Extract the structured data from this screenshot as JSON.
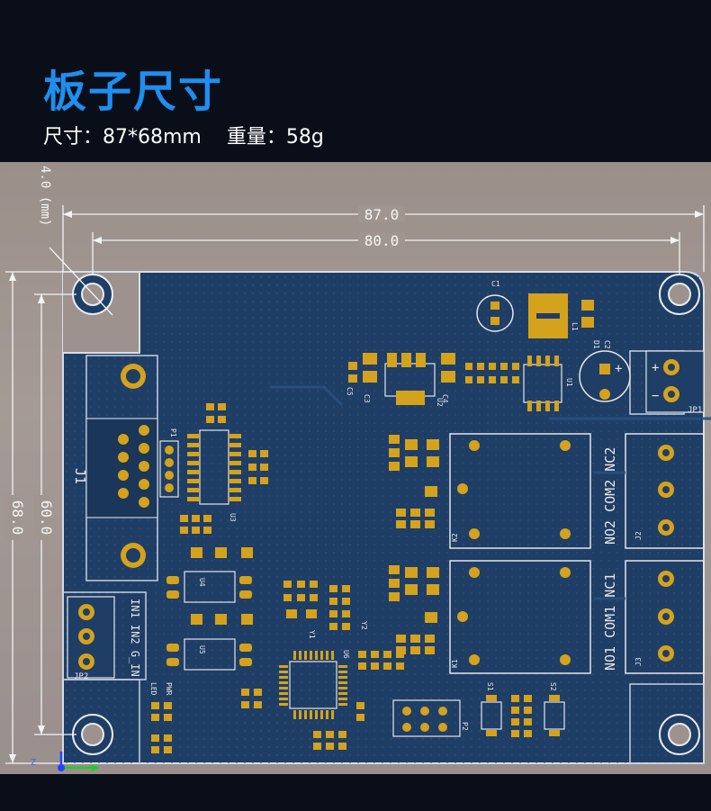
{
  "header": {
    "title": "板子尺寸",
    "specs": "尺寸：87*68mm    重量：58g"
  },
  "dimensions": {
    "width_outer": "87.0",
    "width_inner": "80.0",
    "height_outer": "68.0",
    "height_inner": "60.0",
    "hole_dim": "4.0 (mm)"
  },
  "labels": {
    "j1": "J1",
    "jp1": "JP1",
    "jp2": "JP2",
    "j2": "J2",
    "j3": "J3",
    "k1": "K1",
    "k2": "K2",
    "relay1_top": "NO2 COM2 NC2",
    "relay2_top": "NO1 COM1 NC1",
    "in_labels": "IN1  IN2 G_IN",
    "plus": "+",
    "minus": "−",
    "p1": "P1",
    "p2": "P2",
    "u1": "U1",
    "u2": "U2",
    "u3": "U3",
    "u4": "U4",
    "u5": "U5",
    "u6": "U6",
    "y1": "Y1",
    "y2": "Y2",
    "c1": "C1",
    "c2": "C2",
    "c3": "C3",
    "c4": "C4",
    "c5": "C5",
    "l1": "L1",
    "d1": "D1",
    "s1": "S1",
    "s2": "S2",
    "led": "LED",
    "pwr": "PWR"
  },
  "colors": {
    "board": "#1f3e66",
    "pad": "#d4a21c",
    "silk": "#e6e6e6"
  }
}
